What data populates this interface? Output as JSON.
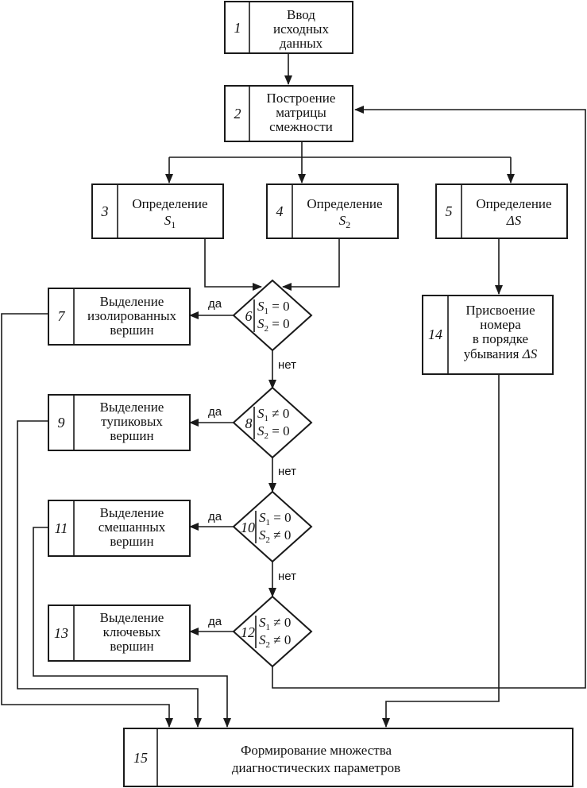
{
  "blocks": {
    "b1": {
      "num": "1",
      "lines": [
        "Ввод",
        "исходных",
        "данных"
      ]
    },
    "b2": {
      "num": "2",
      "lines": [
        "Построение",
        "матрицы",
        "смежности"
      ]
    },
    "b3": {
      "num": "3",
      "label": "Определение",
      "sym": "S",
      "sub": "1"
    },
    "b4": {
      "num": "4",
      "label": "Определение",
      "sym": "S",
      "sub": "2"
    },
    "b5": {
      "num": "5",
      "label": "Определение",
      "sym": "ΔS"
    },
    "b7": {
      "num": "7",
      "lines": [
        "Выделение",
        "изолированных",
        "вершин"
      ]
    },
    "b9": {
      "num": "9",
      "lines": [
        "Выделение",
        "тупиковых",
        "вершин"
      ]
    },
    "b11": {
      "num": "11",
      "lines": [
        "Выделение",
        "смешанных",
        "вершин"
      ]
    },
    "b13": {
      "num": "13",
      "lines": [
        "Выделение",
        "ключевых",
        "вершин"
      ]
    },
    "b14": {
      "num": "14",
      "lines": [
        "Присвоение",
        "номера",
        "в порядке"
      ],
      "last_prefix": "убывания ",
      "last_sym": "ΔS"
    },
    "b15": {
      "num": "15",
      "lines": [
        "Формирование множества",
        "диагностических параметров"
      ]
    }
  },
  "decisions": {
    "d6": {
      "num": "6",
      "c1": {
        "sym": "S",
        "sub": "1",
        "op": " = 0"
      },
      "c2": {
        "sym": "S",
        "sub": "2",
        "op": " = 0"
      }
    },
    "d8": {
      "num": "8",
      "c1": {
        "sym": "S",
        "sub": "1",
        "op": " ≠ 0"
      },
      "c2": {
        "sym": "S",
        "sub": "2",
        "op": " = 0"
      }
    },
    "d10": {
      "num": "10",
      "c1": {
        "sym": "S",
        "sub": "1",
        "op": " = 0"
      },
      "c2": {
        "sym": "S",
        "sub": "2",
        "op": " ≠ 0"
      }
    },
    "d12": {
      "num": "12",
      "c1": {
        "sym": "S",
        "sub": "1",
        "op": " ≠ 0"
      },
      "c2": {
        "sym": "S",
        "sub": "2",
        "op": " ≠ 0"
      }
    }
  },
  "labels": {
    "yes": "да",
    "no": "нет"
  }
}
